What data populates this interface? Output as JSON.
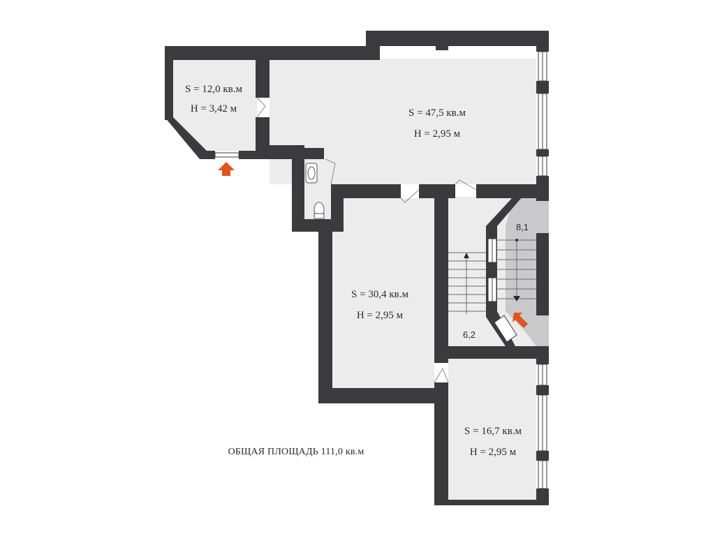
{
  "rooms": {
    "room_a": {
      "area": "S = 12,0 кв.м",
      "height": "H = 3,42 м"
    },
    "room_b": {
      "area": "S = 47,5 кв.м",
      "height": "H = 2,95 м"
    },
    "room_c": {
      "area": "S = 30,4 кв.м",
      "height": "H = 2,95 м"
    },
    "room_d": {
      "area": "S = 16,7 кв.м",
      "height": "H = 2,95 м"
    }
  },
  "stair": {
    "upper_value": "8,1",
    "lower_value": "6,2"
  },
  "total_area": "ОБЩАЯ ПЛОЩАДЬ 111,0 кв.м",
  "colors": {
    "wall": "#3b3b3d",
    "floor": "#ececed",
    "landing": "#c9c9cb",
    "accent_arrow": "#e0541d",
    "window": "#ffffff"
  },
  "icons": [
    "entry-arrow-icon",
    "stair-direction-arrow-icon",
    "toilet-icon",
    "sink-icon",
    "door-swing-icon",
    "window-icon"
  ]
}
